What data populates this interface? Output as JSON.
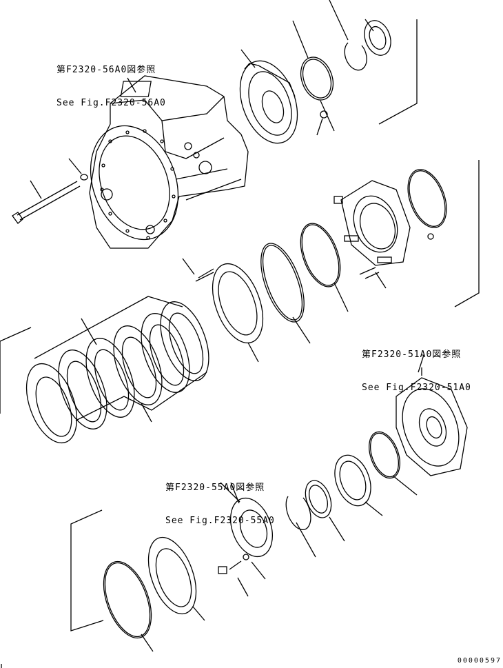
{
  "references": [
    {
      "jp": "第F2320-56A0図参照",
      "en": "See Fig.F2320-56A0"
    },
    {
      "jp": "第F2320-51A0図参照",
      "en": "See Fig.F2320-51A0"
    },
    {
      "jp": "第F2320-55A0図参照",
      "en": "See Fig.F2320-55A0"
    }
  ],
  "drawing_number": "00000597"
}
